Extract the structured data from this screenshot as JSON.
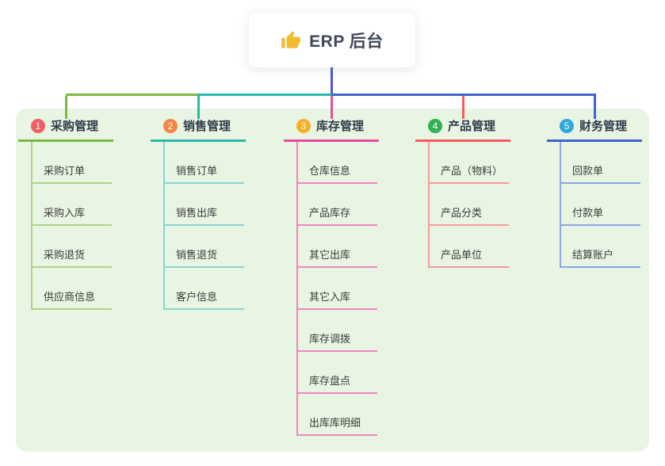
{
  "root": {
    "title": "ERP 后台",
    "icon": "thumbs-up-icon",
    "icon_color": "#f2bb30"
  },
  "colors": {
    "panel_bg": "#e8f5e2",
    "root_line": "#4d5ad0",
    "text": "#3b3b3b",
    "header_text": "#2e3b4b"
  },
  "branches": [
    {
      "badge": "1",
      "label": "采购管理",
      "badge_color": "#f25d68",
      "line_color": "#7cb93f",
      "child_line_color": "#abd584",
      "children": [
        "采购订单",
        "采购入库",
        "采购退货",
        "供应商信息"
      ]
    },
    {
      "badge": "2",
      "label": "销售管理",
      "badge_color": "#f58540",
      "line_color": "#2ab6ad",
      "child_line_color": "#83d5cf",
      "children": [
        "销售订单",
        "销售出库",
        "销售退货",
        "客户信息"
      ]
    },
    {
      "badge": "3",
      "label": "库存管理",
      "badge_color": "#f6af24",
      "line_color": "#ea4b9d",
      "child_line_color": "#f286bf",
      "children": [
        "仓库信息",
        "产品库存",
        "其它出库",
        "其它入库",
        "库存调拨",
        "库存盘点",
        "出库库明细"
      ]
    },
    {
      "badge": "4",
      "label": "产品管理",
      "badge_color": "#31b251",
      "line_color": "#fa5a60",
      "child_line_color": "#f89a9e",
      "children": [
        "产品（物料）",
        "产品分类",
        "产品单位"
      ]
    },
    {
      "badge": "5",
      "label": "财务管理",
      "badge_color": "#2ea8dd",
      "line_color": "#3e63d0",
      "child_line_color": "#8aa6e4",
      "children": [
        "回款单",
        "付款单",
        "结算账户"
      ]
    }
  ]
}
